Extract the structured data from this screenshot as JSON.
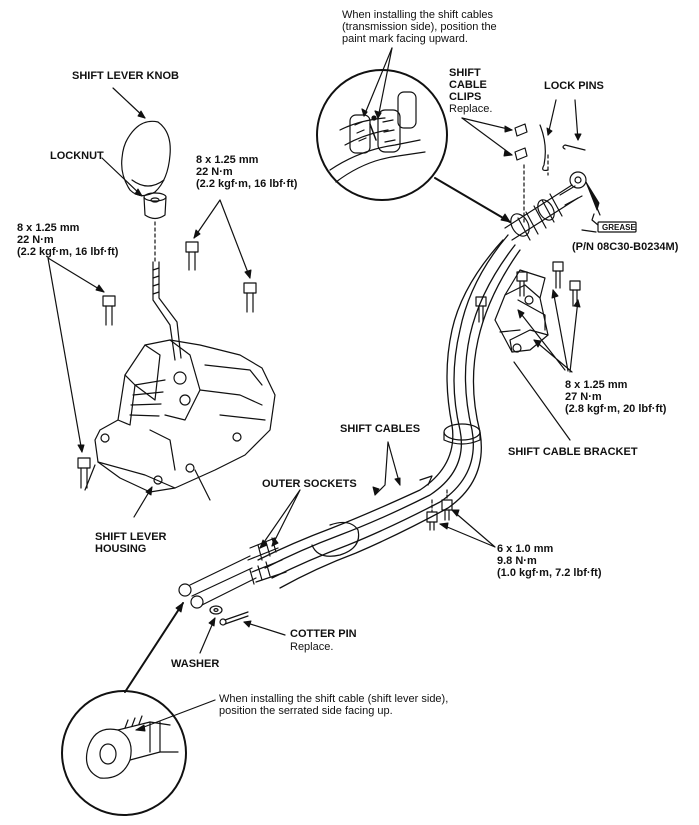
{
  "labels": {
    "note_top": [
      "When installing the shift cables",
      "(transmission side), position the",
      "paint mark facing upward."
    ],
    "shift_lever_knob": "SHIFT LEVER KNOB",
    "shift_cable_clips": [
      "SHIFT",
      "CABLE",
      "CLIPS"
    ],
    "clips_replace": "Replace.",
    "lock_pins": "LOCK PINS",
    "locknut": "LOCKNUT",
    "torque_upper_mid": [
      "8 x 1.25 mm",
      "22 N·m",
      "(2.2 kgf·m, 16 lbf·ft)"
    ],
    "torque_left": [
      "8 x 1.25 mm",
      "22 N·m",
      "(2.2 kgf·m, 16 lbf·ft)"
    ],
    "grease": "GREASE",
    "part_number": "(P/N 08C30-B0234M)",
    "torque_bracket": [
      "8 x 1.25 mm",
      "27 N·m",
      "(2.8 kgf·m, 20 lbf·ft)"
    ],
    "shift_cables": "SHIFT CABLES",
    "shift_cable_bracket": "SHIFT CABLE BRACKET",
    "outer_sockets": "OUTER SOCKETS",
    "shift_lever_housing": [
      "SHIFT LEVER",
      "HOUSING"
    ],
    "torque_small": [
      "6 x 1.0 mm",
      "9.8 N·m",
      "(1.0 kgf·m, 7.2 lbf·ft)"
    ],
    "cotter_pin": "COTTER PIN",
    "cotter_replace": "Replace.",
    "washer": "WASHER",
    "note_bottom": [
      "When installing the shift cable (shift lever side),",
      "position the serrated side facing up."
    ]
  }
}
